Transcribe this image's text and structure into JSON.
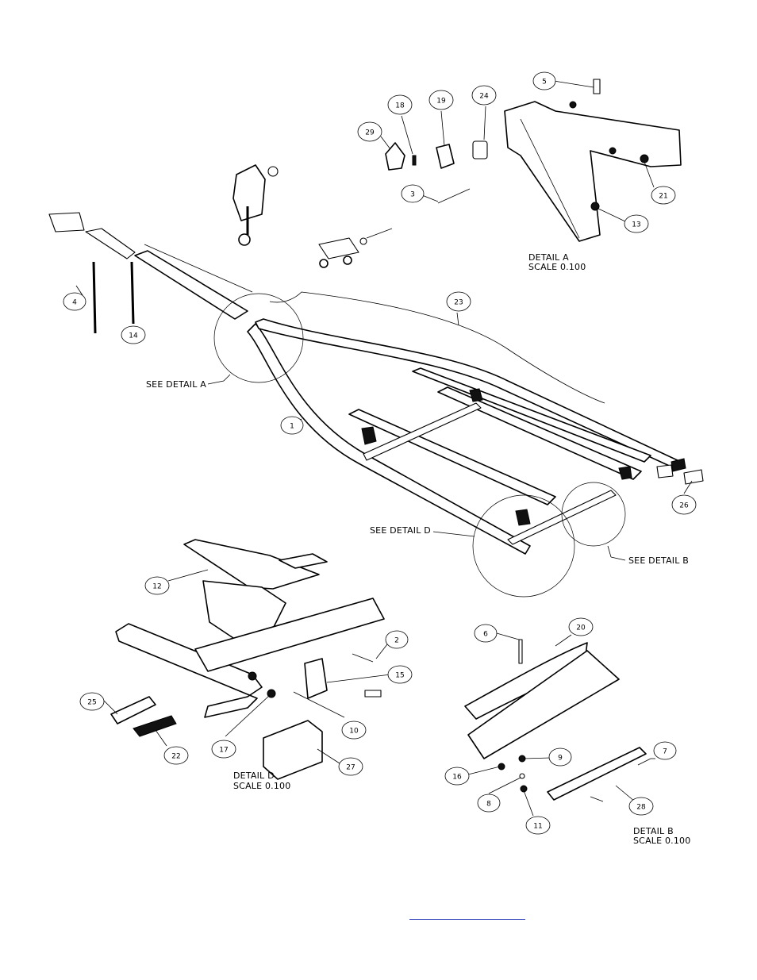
{
  "callouts": [
    "1",
    "2",
    "3",
    "4",
    "5",
    "6",
    "7",
    "8",
    "9",
    "10",
    "11",
    "12",
    "13",
    "14",
    "15",
    "16",
    "17",
    "18",
    "19",
    "20",
    "21",
    "22",
    "23",
    "24",
    "25",
    "26",
    "27",
    "28",
    "29"
  ],
  "labels": {
    "see_detail_a": "SEE DETAIL  A",
    "see_detail_b": "SEE DETAIL  B",
    "see_detail_d": "SEE DETAIL  D",
    "detail_a": "DETAIL  A",
    "detail_b": "DETAIL  B",
    "detail_d": "DETAIL  D",
    "scale": "SCALE  0.100"
  },
  "colors": {
    "line": "#000000",
    "background": "#ffffff",
    "link_underline": "#1b2db5"
  }
}
